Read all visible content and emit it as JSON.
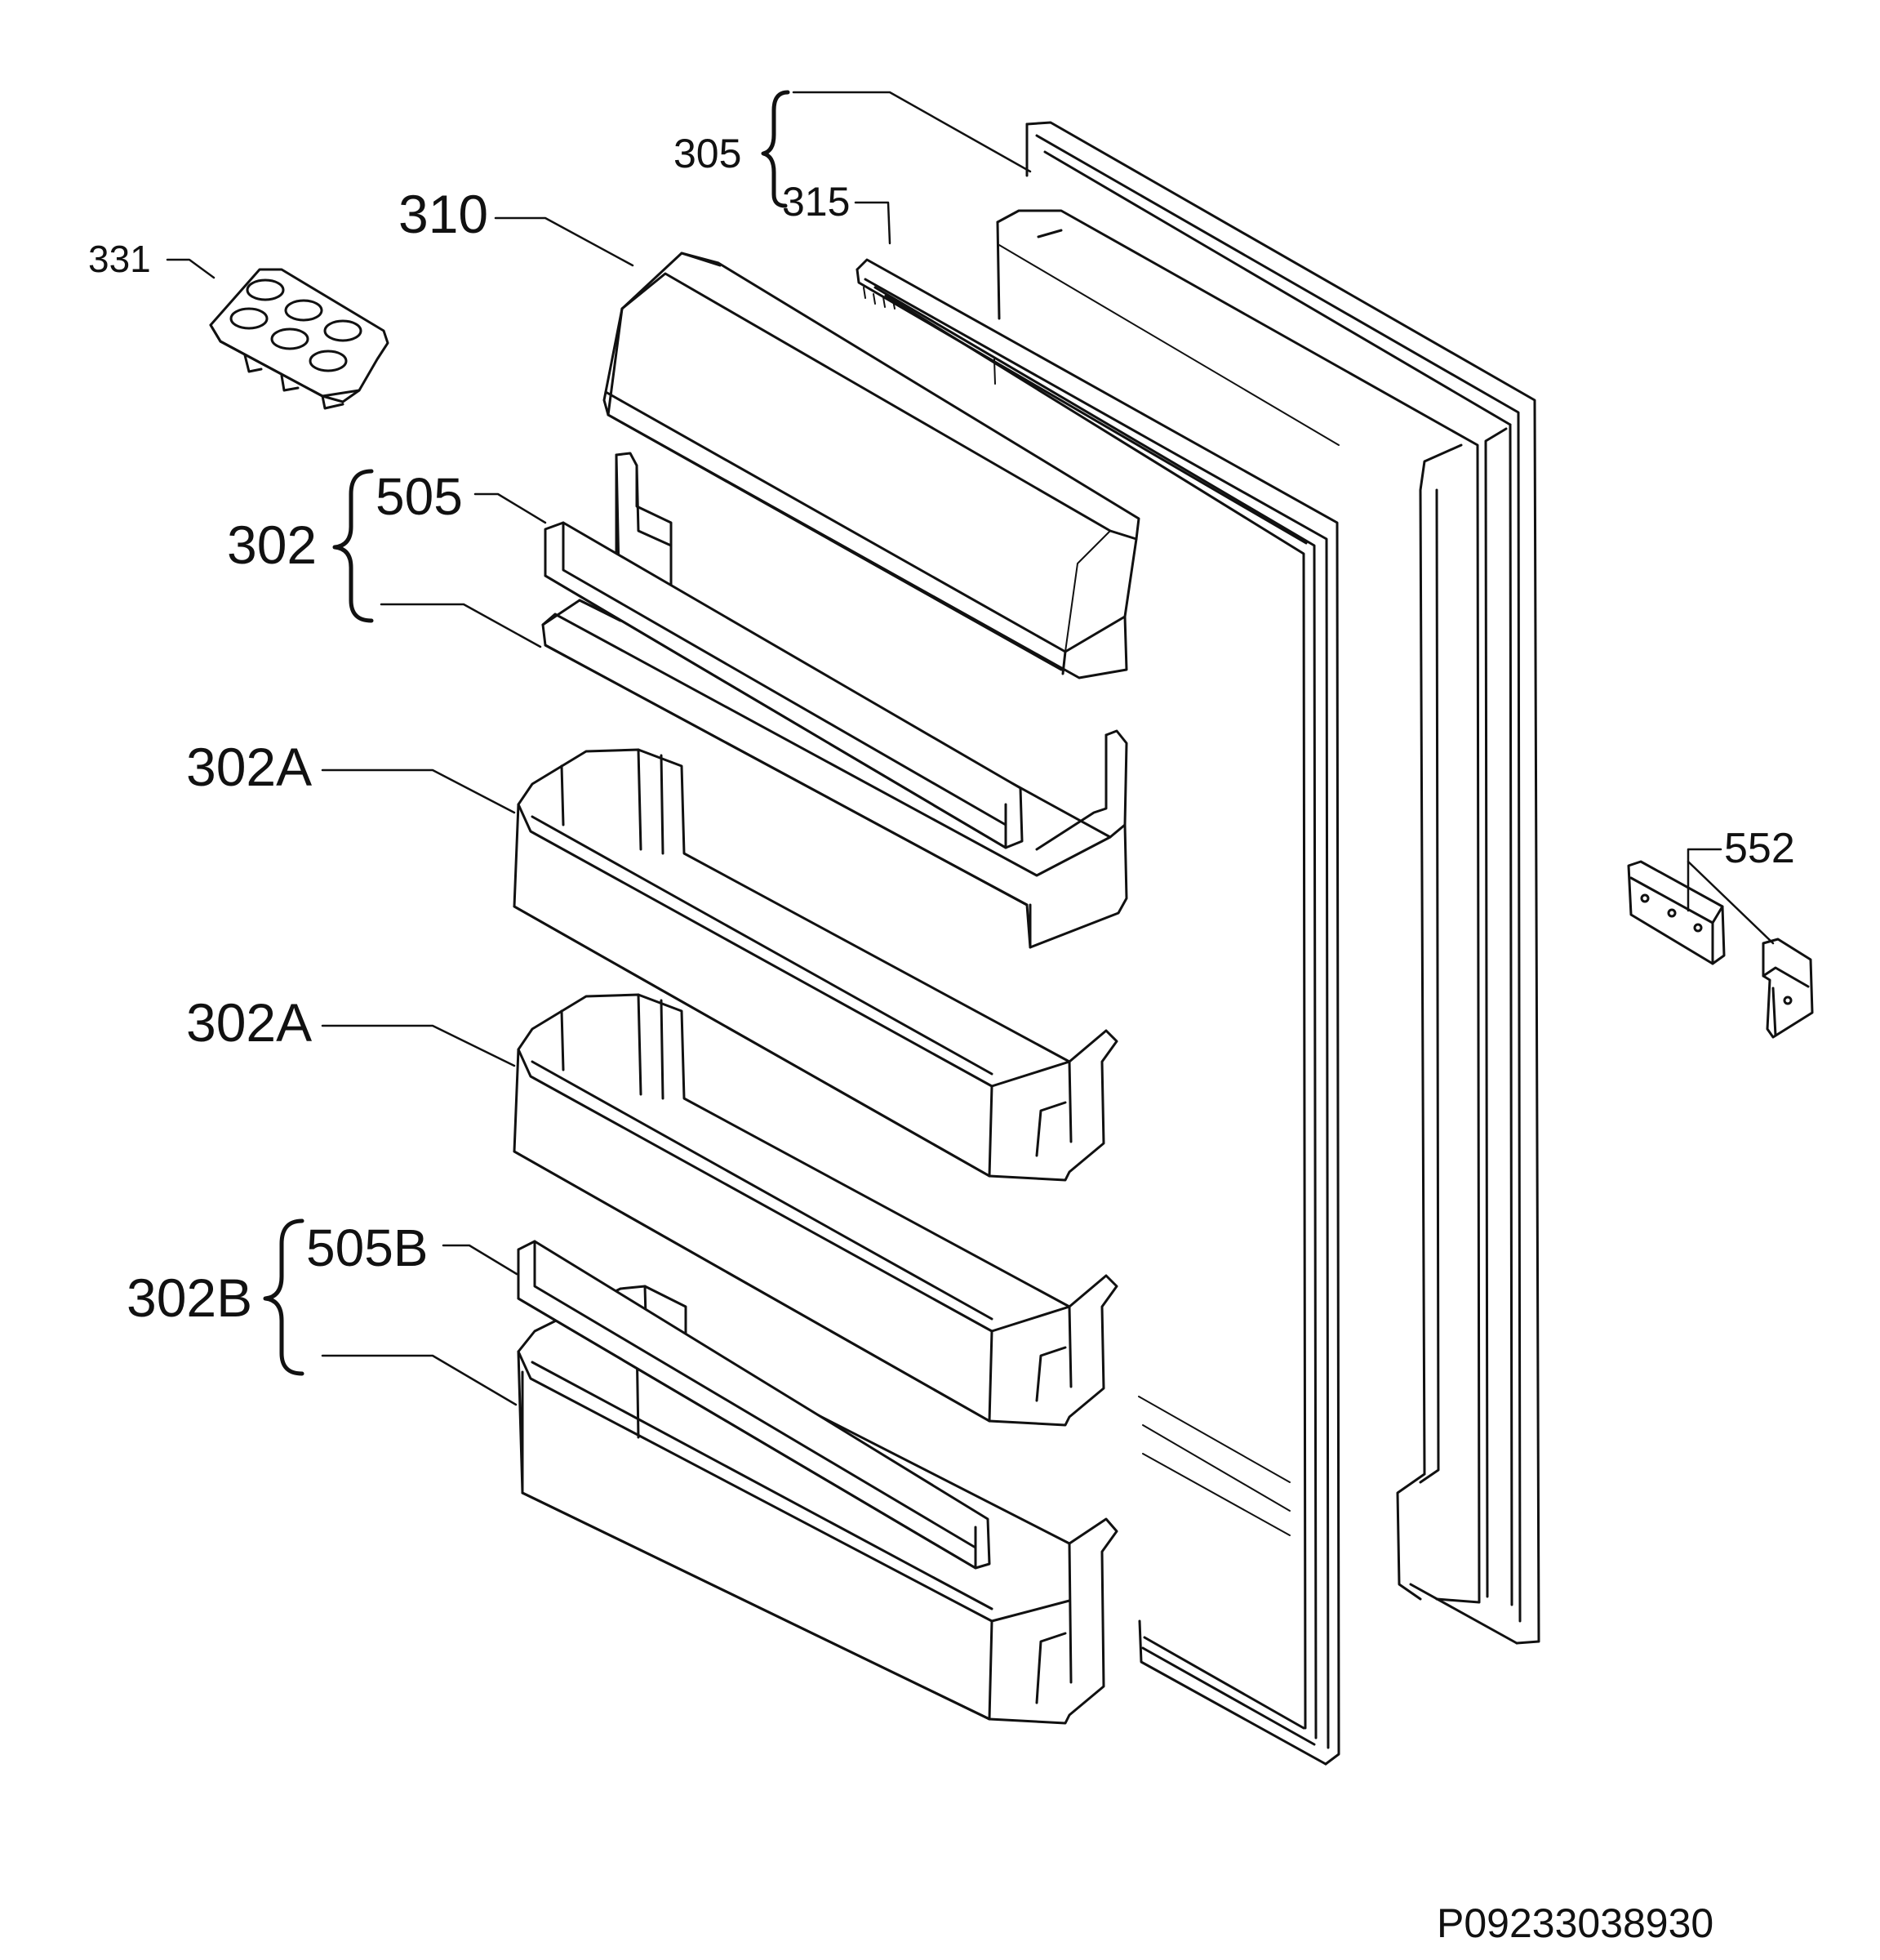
{
  "labels": {
    "p305": "305",
    "p315": "315",
    "p310": "310",
    "p331": "331",
    "p302": "302",
    "p505": "505",
    "p302a_1": "302A",
    "p302a_2": "302A",
    "p302b": "302B",
    "p505b": "505B",
    "p552": "552"
  },
  "drawing_number": "P09233038930",
  "colors": {
    "ink": "#111111",
    "paper": "#ffffff"
  }
}
